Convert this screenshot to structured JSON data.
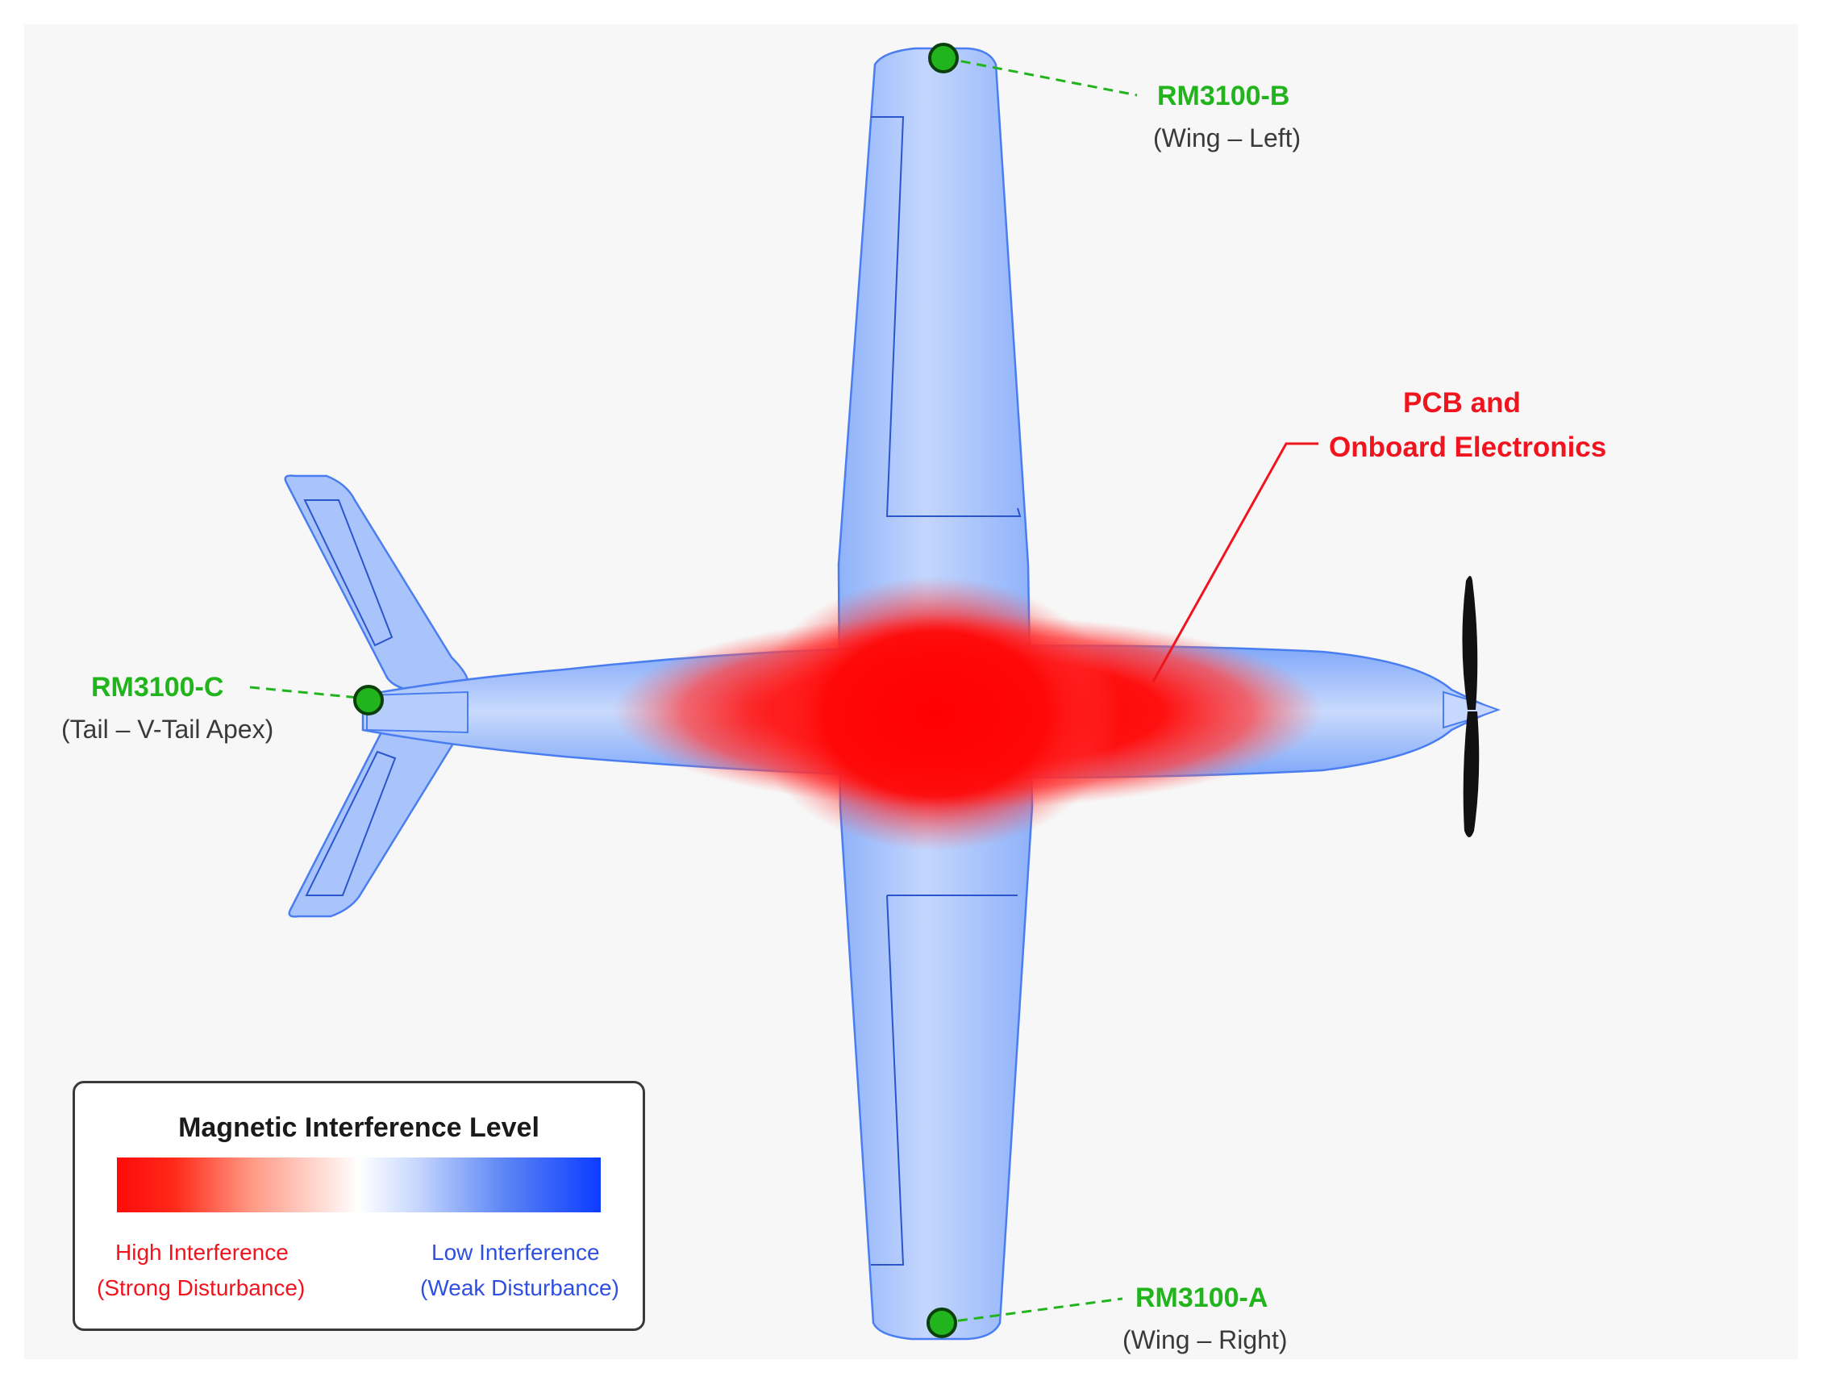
{
  "sensors": {
    "b": {
      "name": "RM3100-B",
      "location": "(Wing – Left)"
    },
    "c": {
      "name": "RM3100-C",
      "location": "(Tail – V-Tail Apex)"
    },
    "a": {
      "name": "RM3100-A",
      "location": "(Wing – Right)"
    }
  },
  "pcb": {
    "line1": "PCB and",
    "line2": "Onboard Electronics"
  },
  "legend": {
    "title": "Magnetic Interference Level",
    "high_line1": "High Interference",
    "high_line2": "(Strong Disturbance)",
    "low_line1": "Low Interference",
    "low_line2": "(Weak Disturbance)"
  },
  "colors": {
    "sensor_green": "#22b41c",
    "high_red": "#f0141e",
    "low_blue": "#2e4fe0",
    "aircraft_blue": "#a9c4fb"
  }
}
